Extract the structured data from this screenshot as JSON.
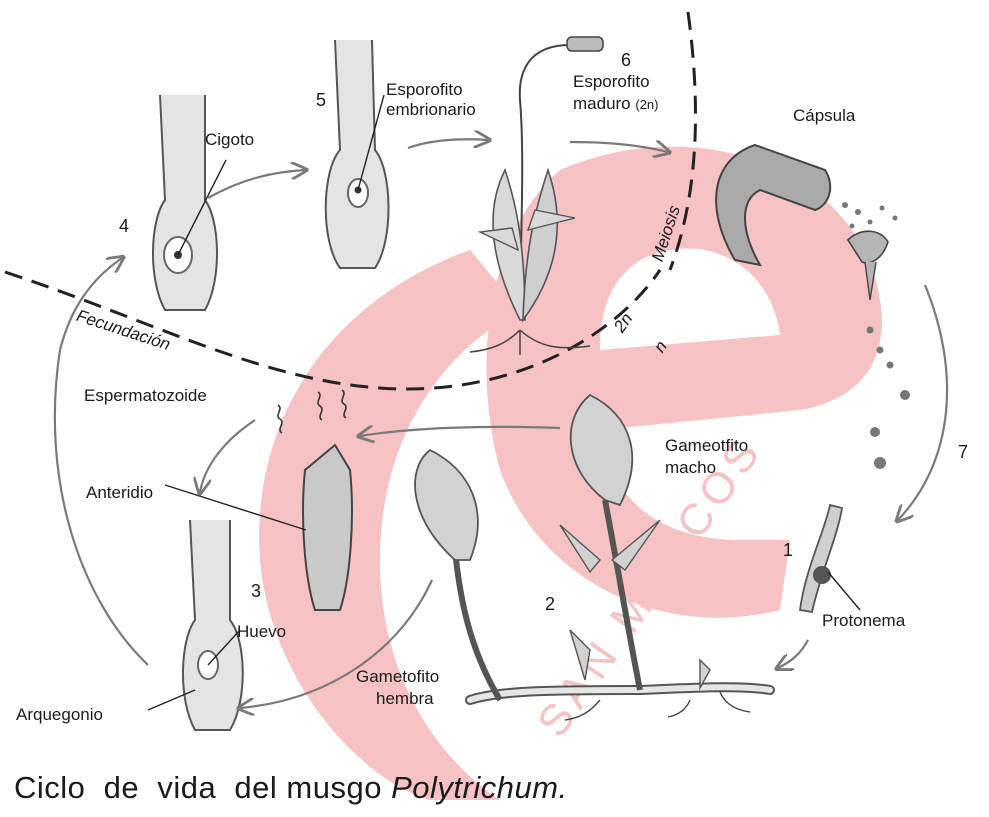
{
  "stages": {
    "s1": "1",
    "s2": "2",
    "s3": "3",
    "s4": "4",
    "s5": "5",
    "s6": "6",
    "s7": "7"
  },
  "labels": {
    "cigoto": "Cigoto",
    "esporofito_embrionario_1": "Esporofito",
    "esporofito_embrionario_2": "embrionario",
    "esporofito_maduro_1": "Esporofito",
    "esporofito_maduro_2": "maduro",
    "ploidy_2n_paren": "(2n)",
    "capsula": "Cápsula",
    "meiosis": "Meiosis",
    "two_n": "2n",
    "n": "n",
    "fecundacion": "Fecundación",
    "espermatozoide": "Espermatozoide",
    "anteridio": "Anteridio",
    "gametofito_macho_1": "Gameotfito",
    "gametofito_macho_2": "macho",
    "huevo": "Huevo",
    "arquegonio": "Arquegonio",
    "gametofito_hembra_1": "Gametofito",
    "gametofito_hembra_2": "hembra",
    "protonema": "Protonema"
  },
  "caption": {
    "prefix": "Ciclo  de  vida  del musgo ",
    "species": "Polytrichum."
  },
  "watermark": {
    "color": "#f4aeb0",
    "text": "SAN MARCOS"
  },
  "colors": {
    "arrow": "#7a7a7a",
    "line": "#222222",
    "plant_fill": "#d9d9d9",
    "plant_stroke": "#555555"
  }
}
